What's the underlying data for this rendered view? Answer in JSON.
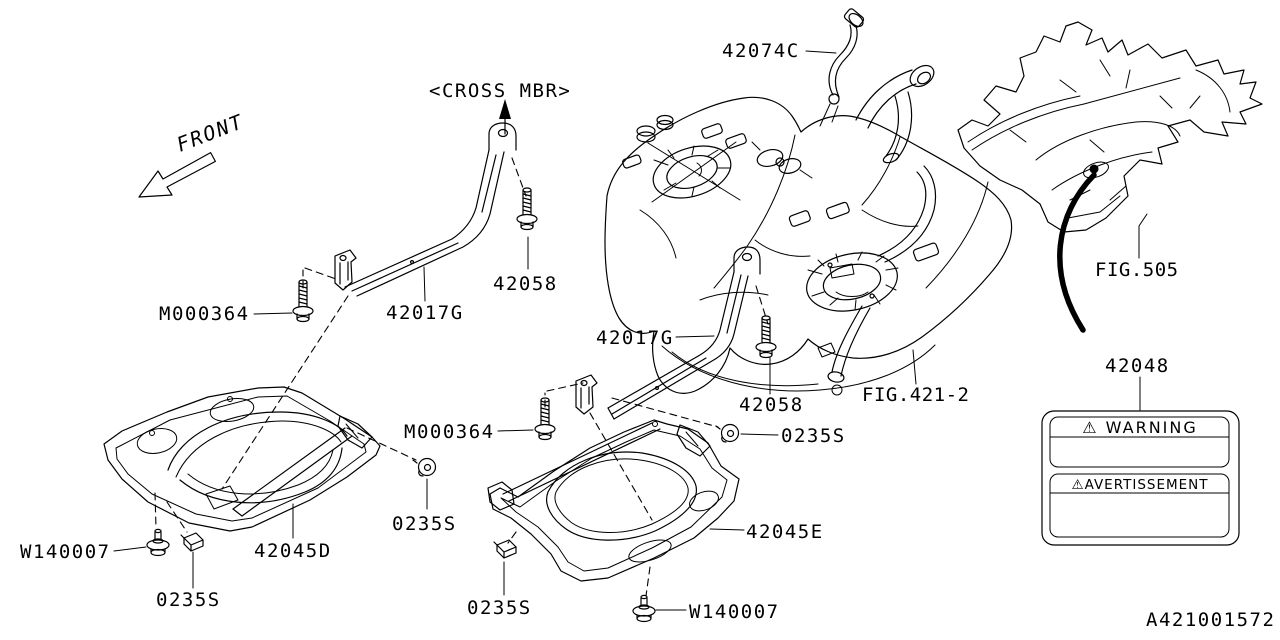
{
  "labels": {
    "front": "FRONT",
    "cross_member": "<CROSS MBR>",
    "part_42074c": "42074C",
    "part_42058": "42058",
    "part_m000364": "M000364",
    "part_42017g": "42017G",
    "part_0235s": "0235S",
    "part_w140007": "W140007",
    "part_42045d": "42045D",
    "part_42045e": "42045E",
    "part_42048": "42048",
    "fig_421_2": "FIG.421-2",
    "fig_505": "FIG.505",
    "diagram_id": "A421001572"
  },
  "warning_plate": {
    "heading_en": "⚠ WARNING",
    "heading_fr": "⚠AVERTISSEMENT"
  },
  "colors": {
    "line": "#000000",
    "background": "#ffffff"
  }
}
